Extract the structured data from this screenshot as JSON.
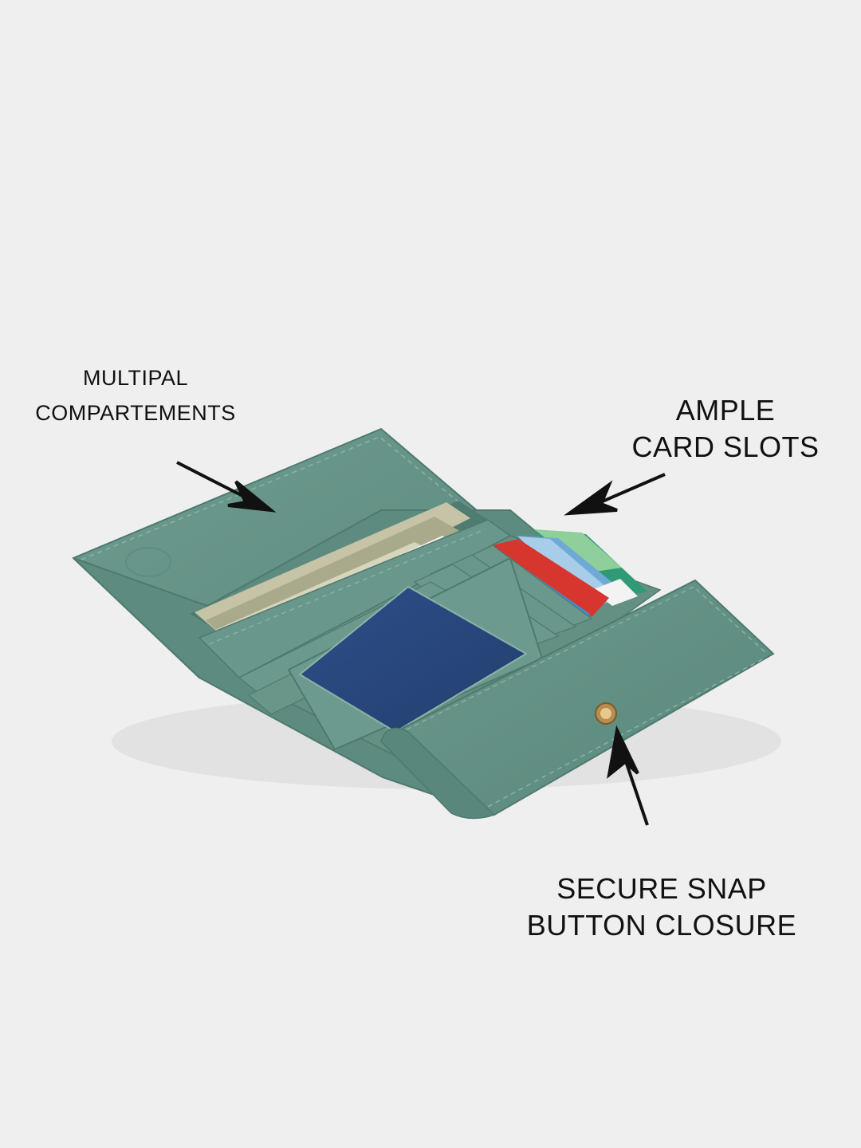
{
  "callouts": {
    "compartments": {
      "line1": "MULTIPAL",
      "line2": "COMPARTEMENTS"
    },
    "card_slots": {
      "line1": "AMPLE",
      "line2": "CARD SLOTS"
    },
    "snap": {
      "line1": "SECURE SNAP",
      "line2": "BUTTON CLOSURE"
    }
  },
  "colors": {
    "background": "#efefef",
    "wallet_green": "#6a978b",
    "wallet_green_dark": "#4e7a6e",
    "id_window_blue": "#27457a",
    "snap_button": "#c9a86a"
  },
  "icons": {
    "arrow": "arrow-icon",
    "snap": "snap-button-icon"
  }
}
